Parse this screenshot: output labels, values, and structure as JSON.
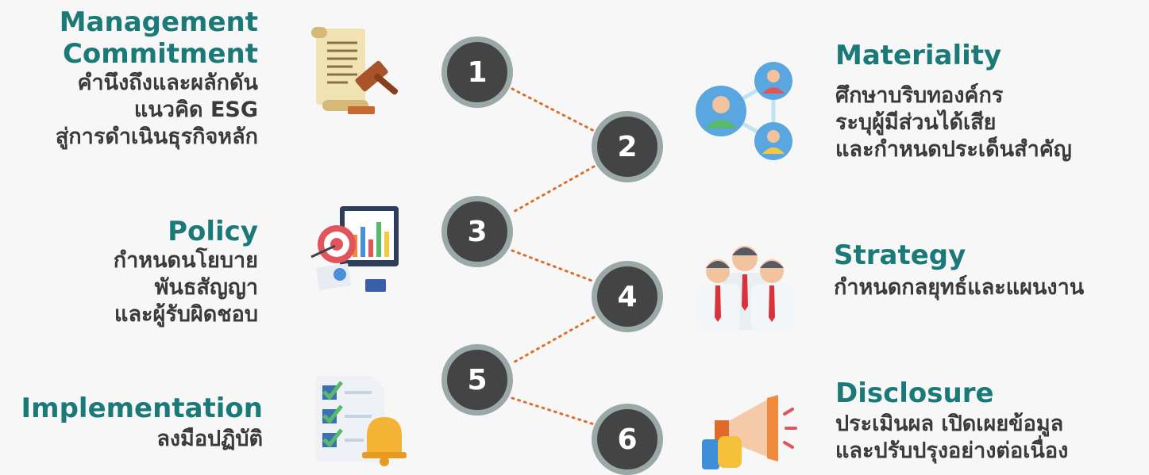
{
  "steps": [
    {
      "number": "1",
      "title_lines": [
        "Management",
        "Commitment"
      ],
      "body_lines": [
        "คำนึงถึงและผลักดัน",
        "แนวคิด ESG",
        "สู่การดำเนินธุรกิจหลัก"
      ],
      "icon": "scroll-gavel-icon"
    },
    {
      "number": "2",
      "title_lines": [
        "Materiality"
      ],
      "body_lines": [
        "ศึกษาบริบทองค์กร",
        "ระบุผู้มีส่วนได้เสีย",
        "และกำหนดประเด็นสำคัญ"
      ],
      "icon": "stakeholder-network-icon"
    },
    {
      "number": "3",
      "title_lines": [
        "Policy"
      ],
      "body_lines": [
        "กำหนดนโยบาย",
        "พันธสัญญา",
        "และผู้รับผิดชอบ"
      ],
      "icon": "target-dashboard-icon"
    },
    {
      "number": "4",
      "title_lines": [
        "Strategy"
      ],
      "body_lines": [
        "กำหนดกลยุทธ์และแผนงาน"
      ],
      "icon": "team-people-icon"
    },
    {
      "number": "5",
      "title_lines": [
        "Implementation"
      ],
      "body_lines": [
        "ลงมือปฏิบัติ"
      ],
      "icon": "checklist-bell-icon"
    },
    {
      "number": "6",
      "title_lines": [
        "Disclosure"
      ],
      "body_lines": [
        "ประเมินผล เปิดเผยข้อมูล",
        "และปรับปรุงอย่างต่อเนื่อง"
      ],
      "icon": "megaphone-icon"
    }
  ],
  "colors": {
    "title": "#1b7a78",
    "body": "#3a3a3a",
    "circle_fill": "#444444",
    "circle_ring": "#9aa8a8",
    "connector": "#d9712b",
    "background": "#f7f7f7"
  }
}
